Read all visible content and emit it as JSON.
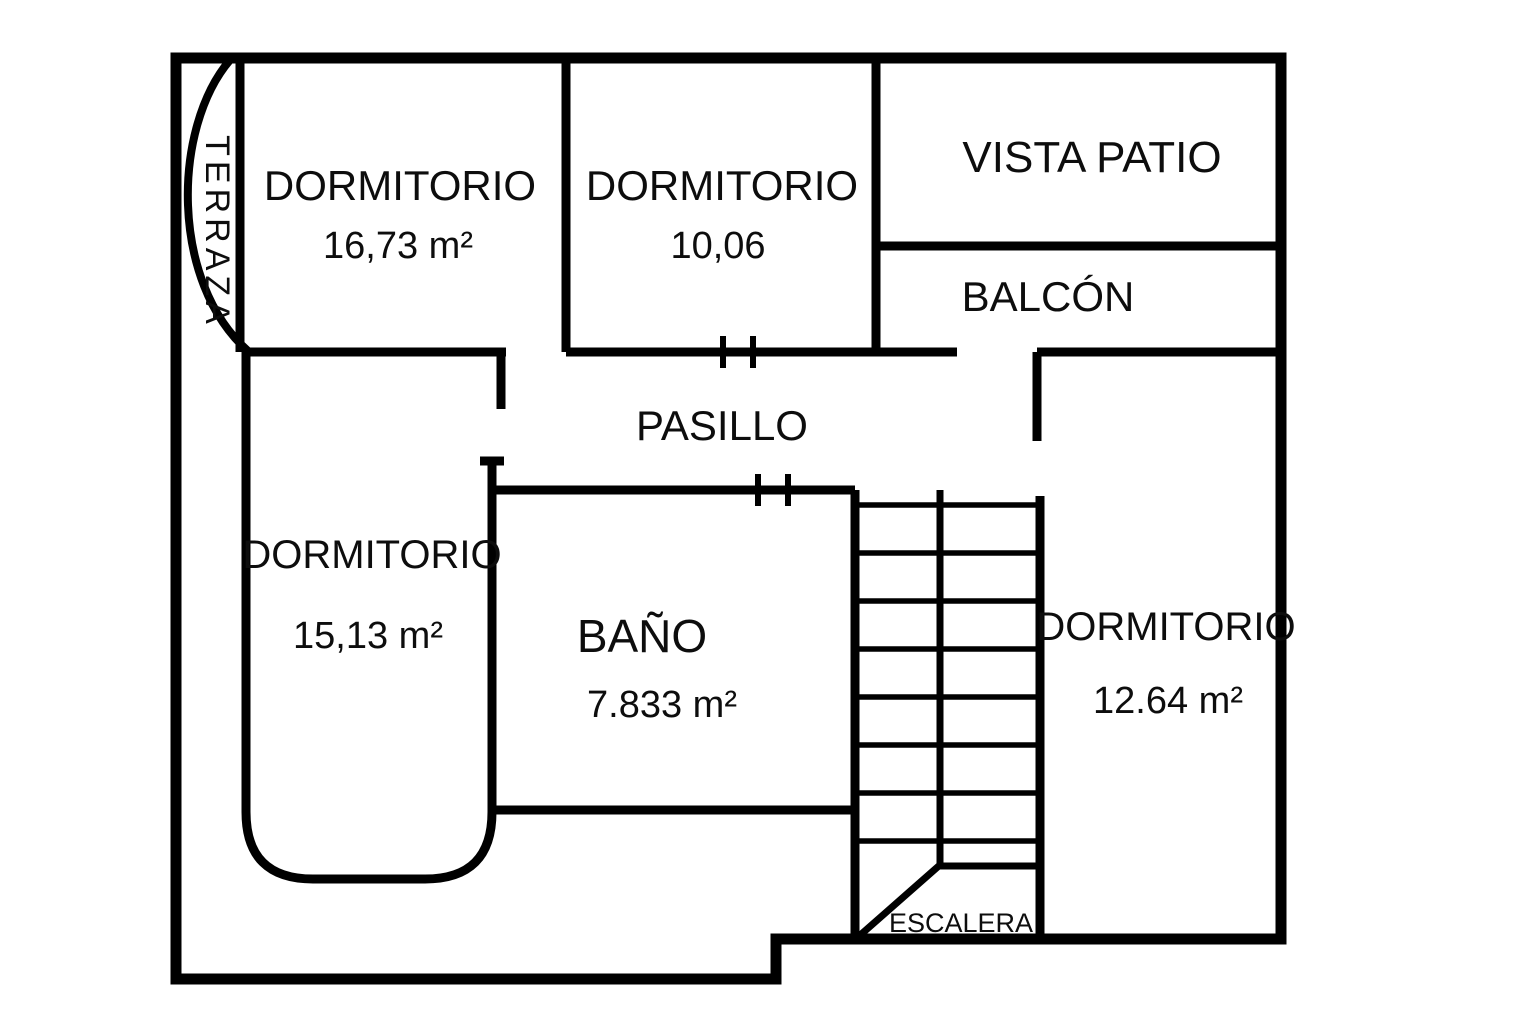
{
  "plan": {
    "type": "floor-plan",
    "colors": {
      "wall": "#000000",
      "background": "#ffffff",
      "text": "#0d0d0d"
    },
    "rooms": {
      "terraza": {
        "name": "TERRAZA"
      },
      "dormitorio_1": {
        "name": "DORMITORIO",
        "area": "16,73 m²"
      },
      "dormitorio_2": {
        "name": "DORMITORIO",
        "area": "10,06"
      },
      "vista_patio": {
        "name": "VISTA PATIO"
      },
      "balcon": {
        "name": "BALCÓN"
      },
      "pasillo": {
        "name": "PASILLO"
      },
      "dormitorio_3": {
        "name": "DORMITORIO",
        "area": "15,13 m²"
      },
      "bano": {
        "name": "BAÑO",
        "area": "7.833 m²"
      },
      "escalera": {
        "name": "ESCALERA"
      },
      "dormitorio_4": {
        "name": "DORMITORIO",
        "area": "12.64 m²"
      }
    }
  }
}
